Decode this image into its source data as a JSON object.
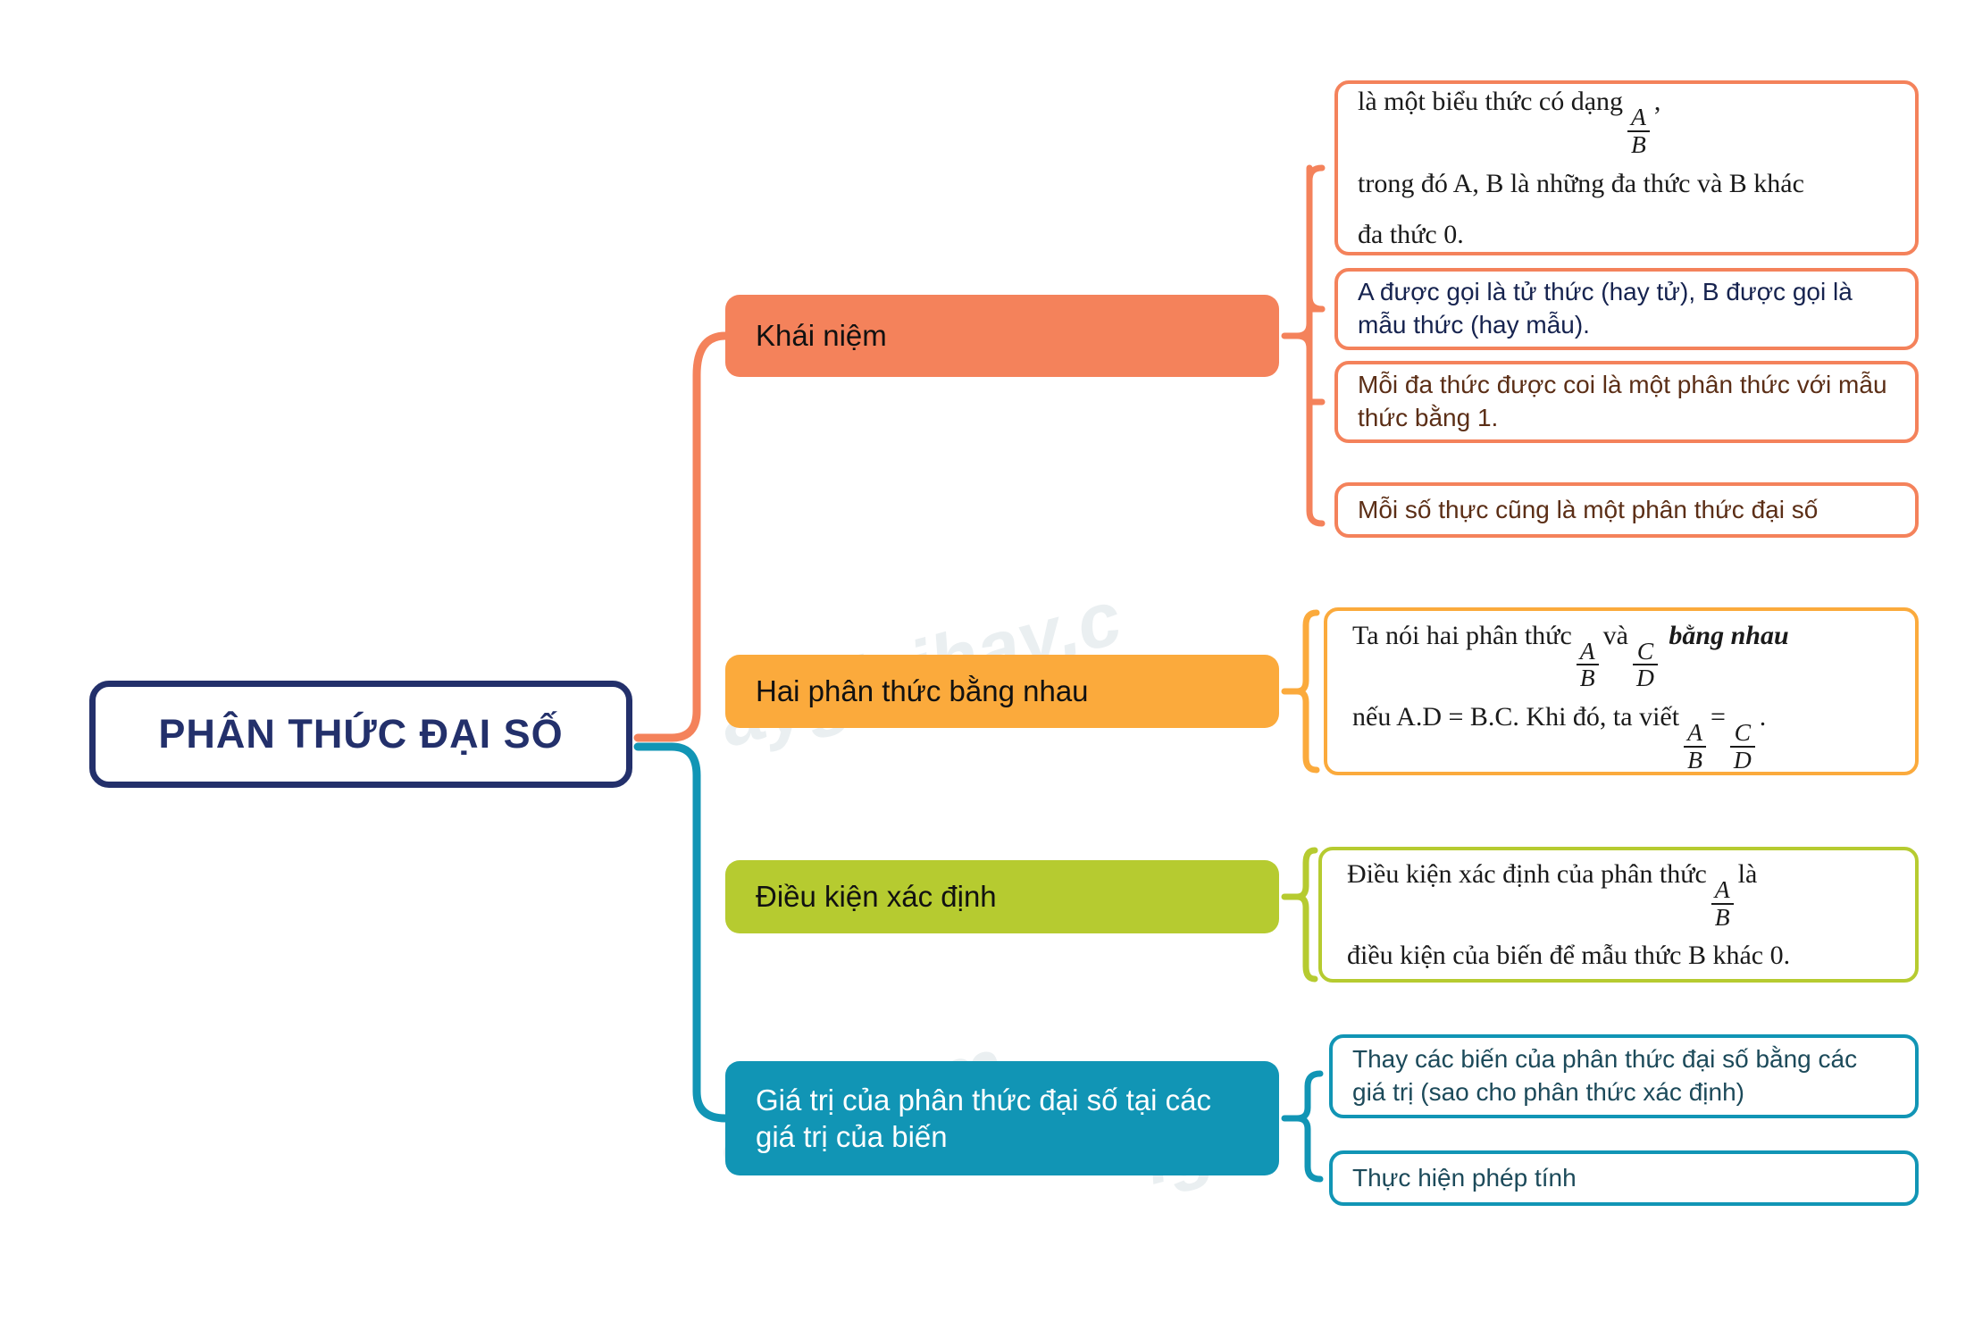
{
  "root": {
    "title": "PHÂN THỨC ĐẠI SỐ"
  },
  "watermark": {
    "line1": "aygiaihay.c",
    "line2": "ay.com",
    "line3": "igia"
  },
  "colors": {
    "root_border": "#23306b",
    "branch_khai_niem": "#f4825b",
    "branch_bang_nhau": "#fbaa3c",
    "branch_dieu_kien": "#b6cb30",
    "branch_gia_tri": "#1195b5",
    "page_background": "#ffffff"
  },
  "branches": [
    {
      "id": "khai-niem",
      "label": "Khái niệm",
      "color": "#f4825b",
      "cards": [
        {
          "id": "kn-1",
          "style": "serif",
          "line1_before": "là một biểu thức có dạng",
          "frac1_num": "A",
          "frac1_den": "B",
          "line1_after": ",",
          "line2": "trong đó A, B là những đa thức và B khác",
          "line3": "đa thức 0."
        },
        {
          "id": "kn-2",
          "style": "sans",
          "text": "A được gọi là tử thức (hay tử), B được gọi là mẫu thức (hay mẫu)."
        },
        {
          "id": "kn-3",
          "style": "sans",
          "text": "Mỗi đa thức được coi là một phân thức với mẫu thức bằng 1."
        },
        {
          "id": "kn-4",
          "style": "sans",
          "text": "Mỗi số thực cũng là một phân thức đại số"
        }
      ]
    },
    {
      "id": "hai-phan-thuc-bang-nhau",
      "label": "Hai phân thức bằng nhau",
      "color": "#fbaa3c",
      "cards": [
        {
          "id": "bn-1",
          "style": "serif",
          "line1_a": "Ta nói hai phân thức",
          "frac1_num": "A",
          "frac1_den": "B",
          "line1_b": "và",
          "frac2_num": "C",
          "frac2_den": "D",
          "line1_c": "bằng nhau",
          "line2_a": "nếu A.D = B.C. Khi đó, ta viết",
          "frac3_num": "A",
          "frac3_den": "B",
          "line2_b": "=",
          "frac4_num": "C",
          "frac4_den": "D",
          "line2_c": "."
        }
      ]
    },
    {
      "id": "dieu-kien-xac-dinh",
      "label": "Điều kiện xác định",
      "color": "#b6cb30",
      "cards": [
        {
          "id": "dk-1",
          "style": "serif",
          "line1_a": "Điều kiện xác định của phân thức",
          "frac1_num": "A",
          "frac1_den": "B",
          "line1_b": "là",
          "line2": "điều kiện của biến để mẫu thức B khác 0."
        }
      ]
    },
    {
      "id": "gia-tri-phan-thuc",
      "label": "Giá trị của phân thức đại số tại các giá trị của biến",
      "color": "#1195b5",
      "cards": [
        {
          "id": "gt-1",
          "style": "sans",
          "text": "Thay các biến của phân thức đại số bằng các giá trị (sao cho phân thức xác định)"
        },
        {
          "id": "gt-2",
          "style": "sans",
          "text": "Thực hiện phép tính"
        }
      ]
    }
  ]
}
